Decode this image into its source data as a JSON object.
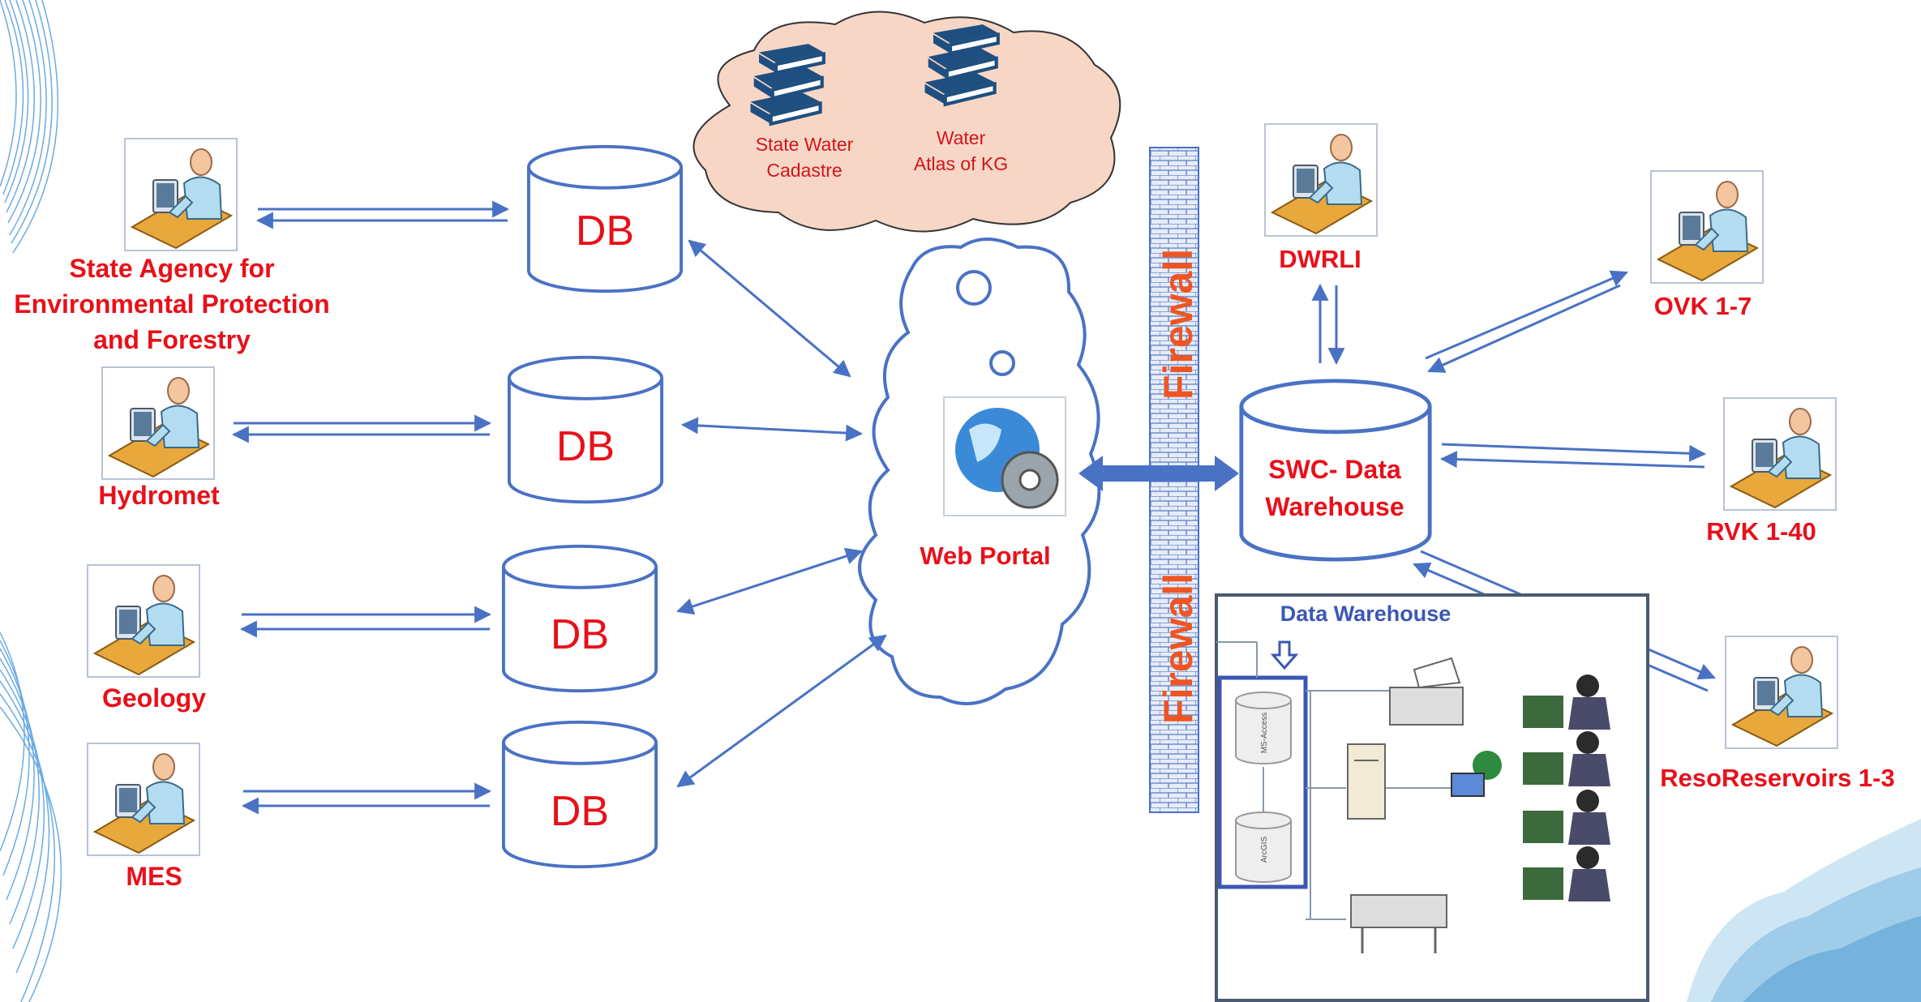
{
  "clouds": {
    "books": [
      {
        "line1": "State Water",
        "line2": "Cadastre"
      },
      {
        "line1": "Water",
        "line2": "Atlas of KG"
      }
    ],
    "portal_label": "Web Portal"
  },
  "agencies_left": [
    {
      "lines": [
        "State Agency for",
        "Environmental Protection",
        "and Forestry"
      ]
    },
    {
      "lines": [
        "Hydromet"
      ]
    },
    {
      "lines": [
        "Geology"
      ]
    },
    {
      "lines": [
        "MES"
      ]
    }
  ],
  "db_label": "DB",
  "firewall_label": "Firewall",
  "warehouse": {
    "line1": "SWC- Data",
    "line2": "Warehouse"
  },
  "right_nodes": {
    "dwrli": "DWRLI",
    "ovk": "OVK 1-7",
    "rvk": "RVK 1-40",
    "reso": "ResoReservoirs 1-3"
  },
  "inset": {
    "title": "Data Warehouse",
    "db1": "MS-Access",
    "db2": "ArcGIS"
  },
  "colors": {
    "arrow": "#4a72c4",
    "db_outline": "#4a72c4",
    "label_red": "#e8101a",
    "firewall_fill": "#e6ecf8",
    "book_blue": "#1e4f80",
    "cloud_fill": "#f8d6c6"
  }
}
